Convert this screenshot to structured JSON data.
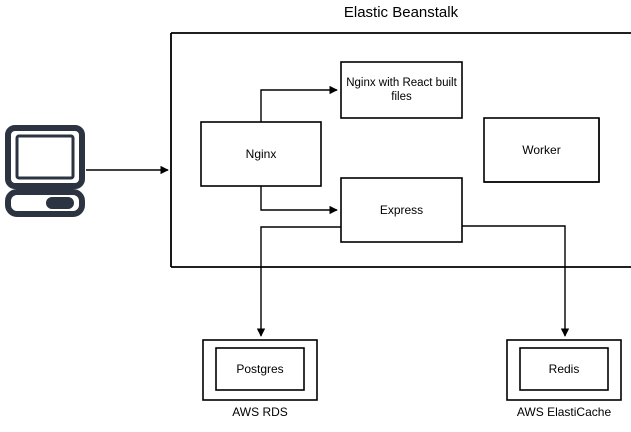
{
  "diagram": {
    "title": "Elastic Beanstalk",
    "colors": {
      "stroke": "#000000",
      "client_icon": "#2b3440",
      "background": "#ffffff"
    },
    "client": {
      "icon": "desktop-computer-icon"
    },
    "container": {
      "label": "Elastic Beanstalk"
    },
    "nodes": {
      "nginx": "Nginx",
      "nginx_react": "Nginx with React built files",
      "express": "Express",
      "worker": "Worker",
      "postgres": "Postgres",
      "redis": "Redis"
    },
    "group_labels": {
      "rds": "AWS RDS",
      "elasticache": "AWS ElastiCache"
    }
  }
}
